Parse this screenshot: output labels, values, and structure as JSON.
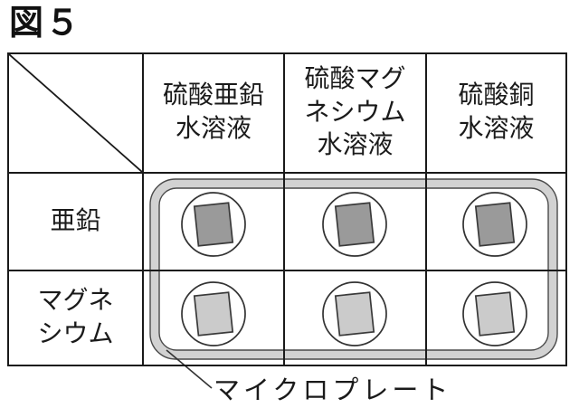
{
  "figure": {
    "title": "図５"
  },
  "table": {
    "corner_label": "",
    "column_headers": [
      "硫酸亜鉛\n水溶液",
      "硫酸マグ\nネシウム\n水溶液",
      "硫酸銅\n水溶液"
    ],
    "row_headers": [
      "亜鉛",
      "マグネ\nシウム"
    ]
  },
  "plate": {
    "label": "マイクロプレート",
    "band_color": "#d2d2d2",
    "outline_color": "#4a4a4a",
    "well_fill": "#ffffff"
  },
  "wells": {
    "zinc_row": {
      "chip_color": "#9a9a9a"
    },
    "magnesium_row": {
      "chip_color": "#cbcbcb"
    }
  },
  "colors": {
    "grid_line": "#1a1a1a",
    "background": "#ffffff"
  }
}
